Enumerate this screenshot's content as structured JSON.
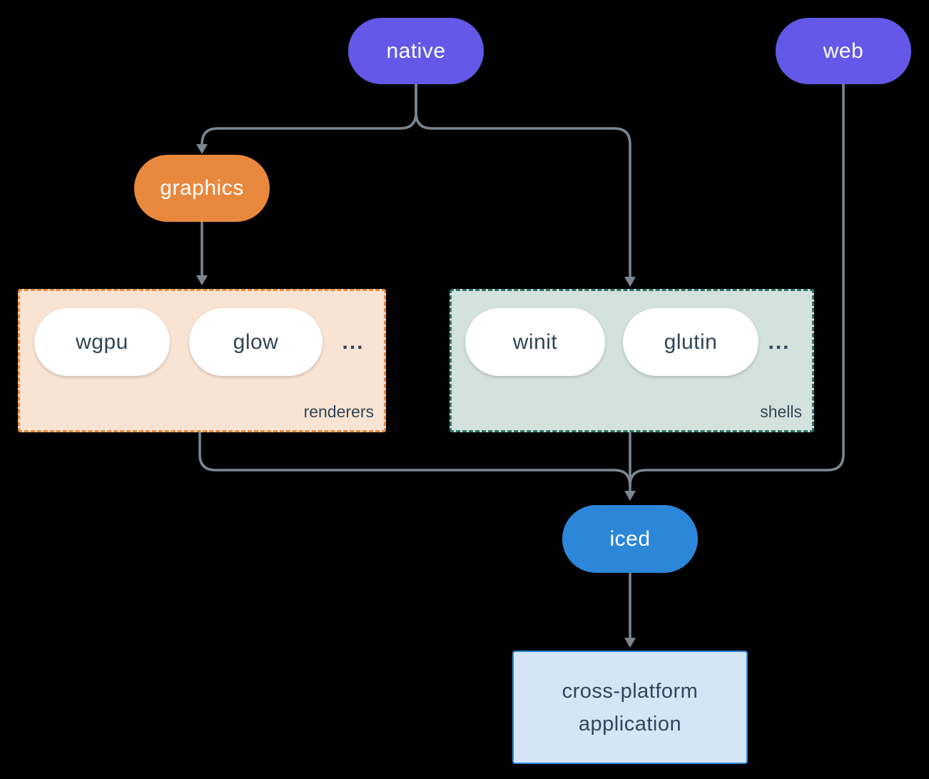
{
  "colors": {
    "background": "#000000",
    "purple": "#6358E7",
    "orange": "#E8883D",
    "blue": "#2D87D8",
    "slate_text": "#314558",
    "line": "#7A8792",
    "renderers_bg": "#F9E4D3",
    "renderers_border": "#E8883D",
    "shells_bg": "#D3E2DC",
    "shells_border": "#2E7265",
    "app_bg": "#D4E5F7",
    "app_border": "#2D87D8",
    "pill_white": "#FFFFFF"
  },
  "nodes": {
    "native": {
      "label": "native"
    },
    "web": {
      "label": "web"
    },
    "graphics": {
      "label": "graphics"
    },
    "iced": {
      "label": "iced"
    }
  },
  "groups": {
    "renderers": {
      "label": "renderers",
      "items": [
        "wgpu",
        "glow"
      ],
      "ellipsis": "..."
    },
    "shells": {
      "label": "shells",
      "items": [
        "winit",
        "glutin"
      ],
      "ellipsis": "..."
    }
  },
  "app": {
    "line1": "cross-platform",
    "line2": "application"
  }
}
